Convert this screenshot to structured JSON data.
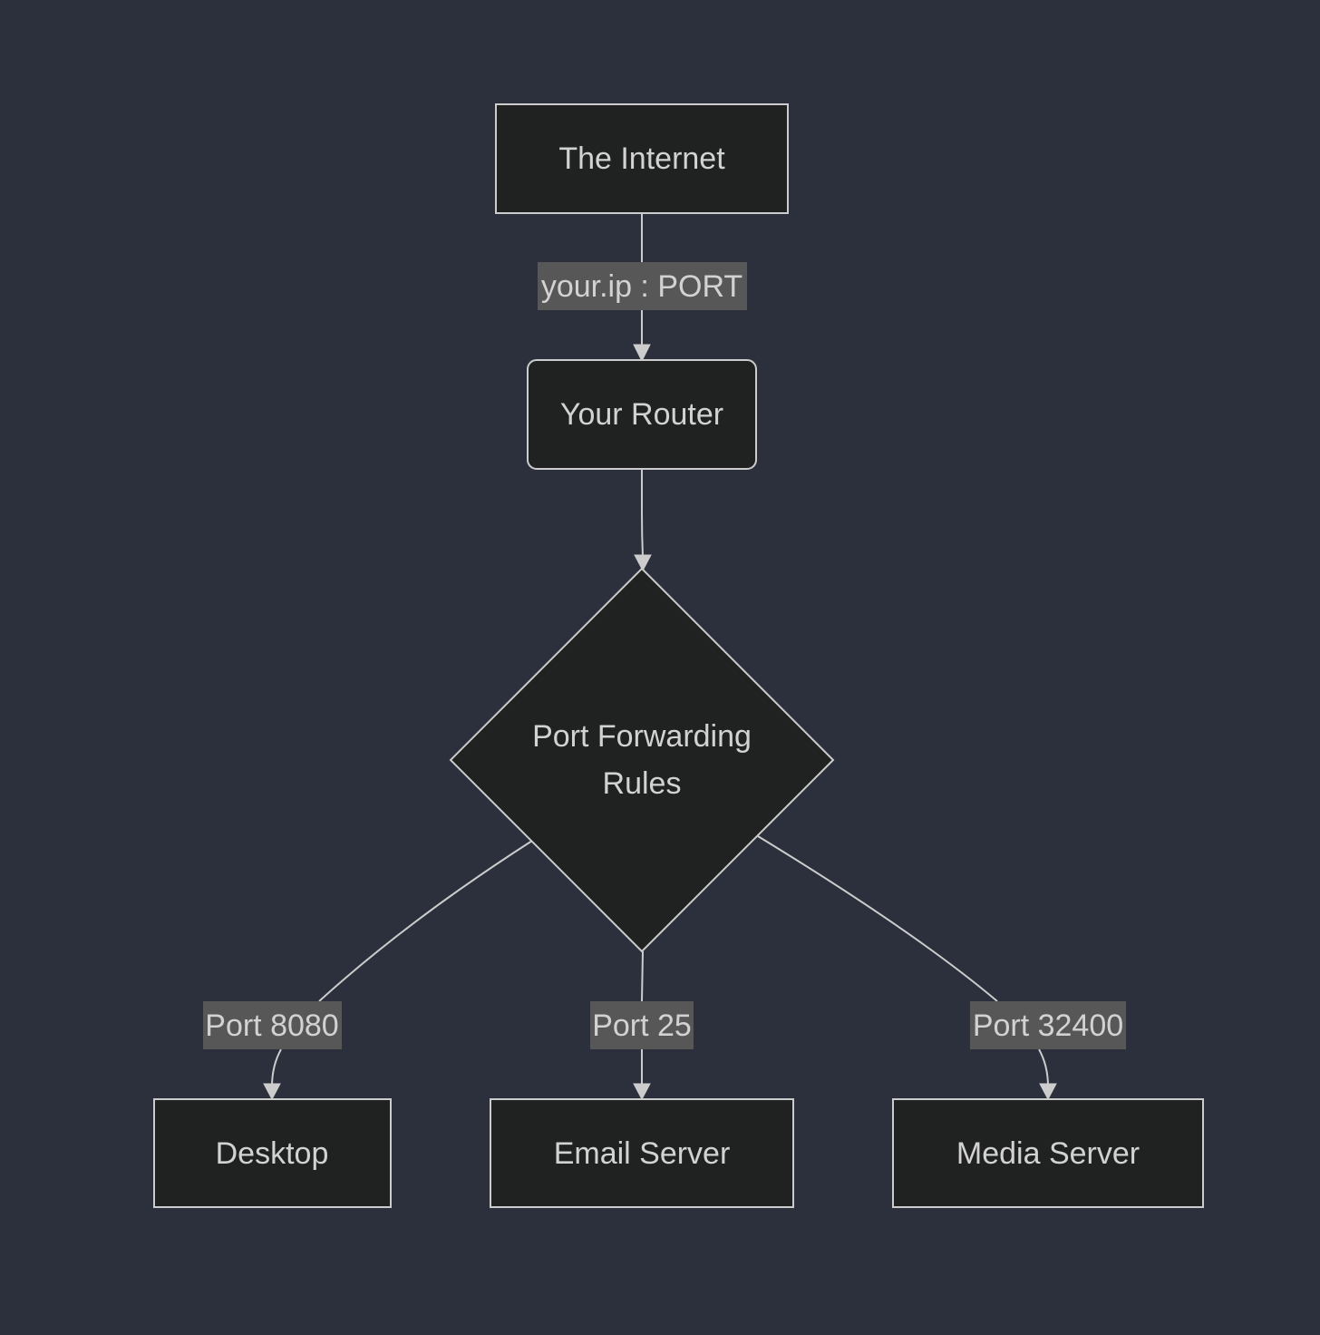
{
  "diagram": {
    "nodes": {
      "internet": "The Internet",
      "router": "Your Router",
      "rules_line1": "Port Forwarding",
      "rules_line2": "Rules",
      "desktop": "Desktop",
      "email": "Email Server",
      "media": "Media Server"
    },
    "edges": {
      "internet_to_router": "your.ip : PORT",
      "rules_to_desktop": "Port 8080",
      "rules_to_email": "Port 25",
      "rules_to_media": "Port 32400"
    }
  },
  "colors": {
    "background": "#2b303c",
    "node_fill": "#202221",
    "stroke": "#cccccc",
    "label_bg": "#575757",
    "text": "#d2d2d2"
  }
}
